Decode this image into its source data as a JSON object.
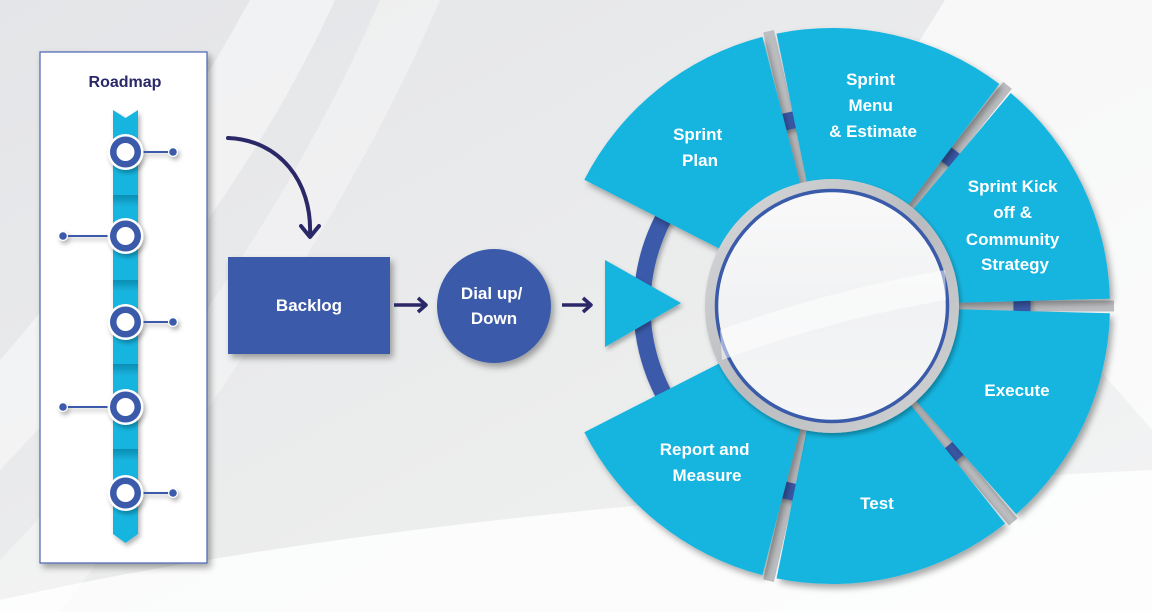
{
  "colors": {
    "cyan": "#14b5e0",
    "blue": "#3a5aaa",
    "navy": "#2b2868"
  },
  "roadmap": {
    "title": "Roadmap"
  },
  "backlog": {
    "label": "Backlog"
  },
  "dial": {
    "lines": [
      "Dial up/",
      "Down"
    ]
  },
  "cycle": {
    "segments": [
      {
        "name": "sprint-plan",
        "lines": [
          "Sprint",
          "Plan"
        ]
      },
      {
        "name": "sprint-menu-estimate",
        "lines": [
          "Sprint",
          "Menu",
          "& Estimate"
        ]
      },
      {
        "name": "sprint-kickoff-community-strategy",
        "lines": [
          "Sprint Kick",
          "off &",
          "Community",
          "Strategy"
        ]
      },
      {
        "name": "execute",
        "lines": [
          "Execute"
        ]
      },
      {
        "name": "test",
        "lines": [
          "Test"
        ]
      },
      {
        "name": "report-and-measure",
        "lines": [
          "Report and",
          "Measure"
        ]
      }
    ]
  }
}
